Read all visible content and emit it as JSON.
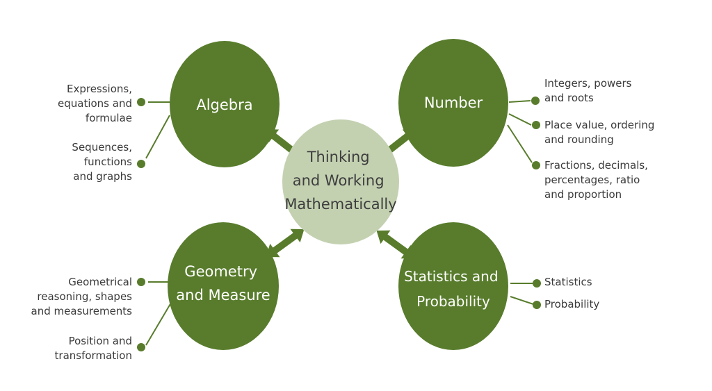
{
  "colors": {
    "node": "#587c2c",
    "center": "#c3d1b1",
    "connector": "#587c2c",
    "label": "#3a3a3a"
  },
  "center": {
    "lines": [
      "Thinking",
      "and Working",
      "Mathematically"
    ]
  },
  "nodes": {
    "algebra": {
      "lines": [
        "Algebra"
      ],
      "items": [
        {
          "lines": [
            "Expressions,",
            "equations and",
            "formulae"
          ]
        },
        {
          "lines": [
            "Sequences,",
            "functions",
            "and graphs"
          ]
        }
      ]
    },
    "number": {
      "lines": [
        "Number"
      ],
      "items": [
        {
          "lines": [
            "Integers, powers",
            "and roots"
          ]
        },
        {
          "lines": [
            "Place value, ordering",
            "and rounding"
          ]
        },
        {
          "lines": [
            "Fractions, decimals,",
            "percentages, ratio",
            "and proportion"
          ]
        }
      ]
    },
    "geometry": {
      "lines": [
        "Geometry",
        "and Measure"
      ],
      "items": [
        {
          "lines": [
            "Geometrical",
            "reasoning, shapes",
            "and measurements"
          ]
        },
        {
          "lines": [
            "Position and",
            "transformation"
          ]
        }
      ]
    },
    "statistics": {
      "lines": [
        "Statistics and",
        "Probability"
      ],
      "items": [
        {
          "lines": [
            "Statistics"
          ]
        },
        {
          "lines": [
            "Probability"
          ]
        }
      ]
    }
  }
}
